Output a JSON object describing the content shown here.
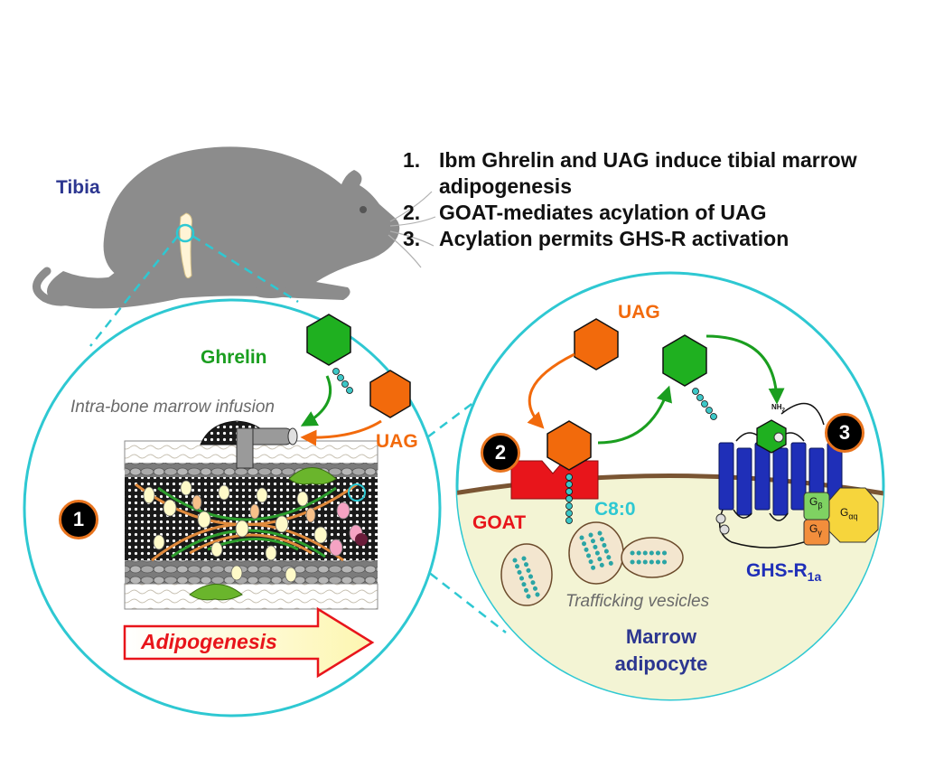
{
  "findings": [
    {
      "num": "1.",
      "text": "Ibm Ghrelin and UAG induce tibial marrow adipogenesis"
    },
    {
      "num": "2.",
      "text": "GOAT-mediates acylation of UAG"
    },
    {
      "num": "3.",
      "text": "Acylation permits GHS-R activation"
    }
  ],
  "labels": {
    "tibia": "Tibia",
    "ghrelin": "Ghrelin",
    "uag_left": "UAG",
    "uag_right": "UAG",
    "infusion": "Intra-bone marrow infusion",
    "adipogenesis": "Adipogenesis",
    "goat": "GOAT",
    "c8": "C8:0",
    "receptor_main": "GHS-R",
    "receptor_sub": "1a",
    "vesicles": "Trafficking vesicles",
    "cell": "Marrow adipocyte",
    "nh2": "NH",
    "nh2_sub": "2",
    "g_beta": "G",
    "g_beta_sub": "β",
    "g_gamma": "G",
    "g_gamma_sub": "γ",
    "g_alpha": "G",
    "g_alpha_sub": "αq"
  },
  "badges": [
    "1",
    "2",
    "3"
  ],
  "colors": {
    "cyan": "#2ec8d2",
    "ghrelin": "#1a9e1f",
    "uag": "#f26a0c",
    "goat": "#e8151b",
    "receptor": "#1f2fb8",
    "navy": "#2c3690",
    "mouse": "#8c8c8c",
    "cell_fill": "#f3f4d4",
    "membrane": "#7a5533"
  }
}
